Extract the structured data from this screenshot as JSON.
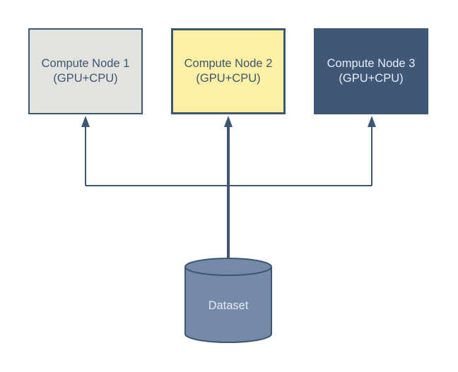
{
  "nodes": [
    {
      "title": "Compute Node 1",
      "subtitle": "(GPU+CPU)",
      "fill": "#e2e3de",
      "text_color": "#3d5673"
    },
    {
      "title": "Compute Node 2",
      "subtitle": "(GPU+CPU)",
      "fill": "#fbf0a4",
      "text_color": "#3d5673"
    },
    {
      "title": "Compute Node 3",
      "subtitle": "(GPU+CPU)",
      "fill": "#3f5878",
      "text_color": "#e8edf3"
    }
  ],
  "dataset": {
    "label": "Dataset",
    "fill": "#748aa8",
    "stroke": "#3d5673"
  },
  "connector_color": "#3d5673"
}
